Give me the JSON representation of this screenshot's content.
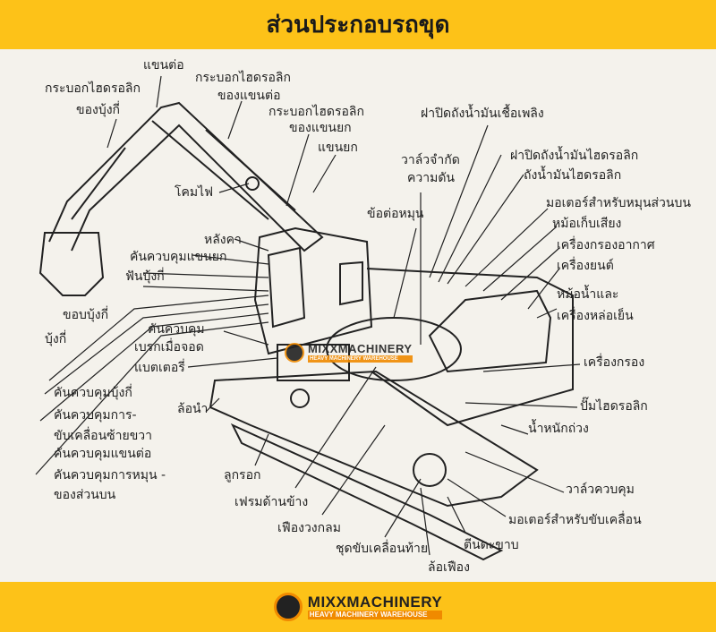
{
  "header": {
    "title": "ส่วนประกอบรถขุด"
  },
  "logo": {
    "brand": "MIXXMACHINERY",
    "tagline": "HEAVY MACHINERY WAREHOUSE"
  },
  "labels": {
    "stick": "แขนต่อ",
    "bucket_cyl_1": "กระบอกไฮดรอลิก",
    "bucket_cyl_2": "ของบุ้งกี่",
    "stick_cyl_1": "กระบอกไฮดรอลิก",
    "stick_cyl_2": "ของแขนต่อ",
    "boom_cyl_1": "กระบอกไฮดรอลิก",
    "boom_cyl_2": "ของแขนยก",
    "boom": "แขนยก",
    "lamp": "โคมไฟ",
    "fuel_cap": "ฝาปิดถังน้ำมันเชื้อเพลิง",
    "relief_valve_1": "วาล์วจำกัด",
    "relief_valve_2": "ความดัน",
    "hyd_cap": "ฝาปิดถังน้ำมันไฮดรอลิก",
    "hyd_tank": "ถังน้ำมันไฮดรอลิก",
    "swivel": "ข้อต่อหมุน",
    "swing_motor": "มอเตอร์สำหรับหมุนส่วนบน",
    "muffler": "หม้อเก็บเสียง",
    "air_filter": "เครื่องกรองอากาศ",
    "engine": "เครื่องยนต์",
    "radiator_1": "หม้อน้ำและ",
    "radiator_2": "เครื่องหล่อเย็น",
    "roof": "หลังคา",
    "boom_lever": "คันควบคุมแขนยก",
    "bucket_teeth": "ฟันบุ้งกี่",
    "bucket_edge": "ขอบบุ้งกี่",
    "bucket": "บุ้งกี่",
    "brake_lever_1": "คันควบคุม",
    "brake_lever_2": "เบรกเมื่อจอด",
    "battery": "แบตเตอรี่",
    "bucket_lever": "คันควบคุมบุ้งกี่",
    "travel_lever_1": "คันควบคุมการ-",
    "travel_lever_2": "ขับเคลื่อนซ้ายขวา",
    "stick_lever": "คันควบคุมแขนต่อ",
    "swing_lever_1": "คันควบคุมการหมุน -",
    "swing_lever_2": "ของส่วนบน",
    "idler": "ล้อนำ",
    "roller": "ลูกรอก",
    "side_frame": "เฟรมด้านข้าง",
    "ring_gear": "เฟืองวงกลม",
    "final_drive": "ชุดขับเคลื่อนท้าย",
    "sprocket": "ล้อเฟือง",
    "track": "ตีนตะขาบ",
    "travel_motor": "มอเตอร์สำหรับขับเคลื่อน",
    "control_valve": "วาล์วควบคุม",
    "counterweight": "น้ำหนักถ่วง",
    "hyd_pump": "ปั๊มไฮดรอลิก",
    "filter": "เครื่องกรอง"
  },
  "colors": {
    "banner": "#fdc218",
    "background": "#f4f2ec",
    "accent": "#f08a00"
  }
}
